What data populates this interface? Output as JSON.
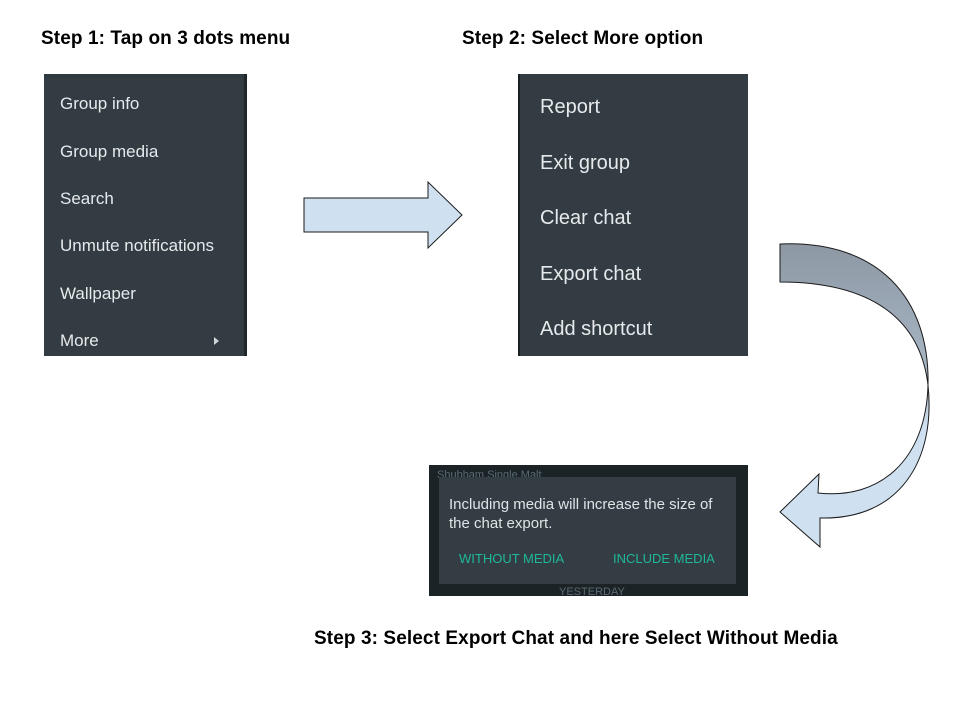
{
  "steps": {
    "step1": "Step 1: Tap on 3 dots menu",
    "step2": "Step 2: Select More option",
    "step3": "Step 3: Select Export Chat and here Select Without Media"
  },
  "menu1": {
    "items": [
      "Group info",
      "Group media",
      "Search",
      "Unmute notifications",
      "Wallpaper",
      "More"
    ],
    "more_icon": "chevron-right-icon"
  },
  "menu2": {
    "items": [
      "Report",
      "Exit group",
      "Clear chat",
      "Export chat",
      "Add shortcut"
    ]
  },
  "dialog": {
    "message": "Including media will increase the size of the chat export.",
    "without_media": "WITHOUT MEDIA",
    "include_media": "INCLUDE MEDIA",
    "bg_top_text": "Shubham Single Malt",
    "bg_bottom_text": "YESTERDAY"
  },
  "colors": {
    "menu_bg": "#323c42",
    "accent": "#1fb89a",
    "arrow_fill": "#cfe0f1",
    "arrow_gradient_dark": "#8d98a4"
  }
}
